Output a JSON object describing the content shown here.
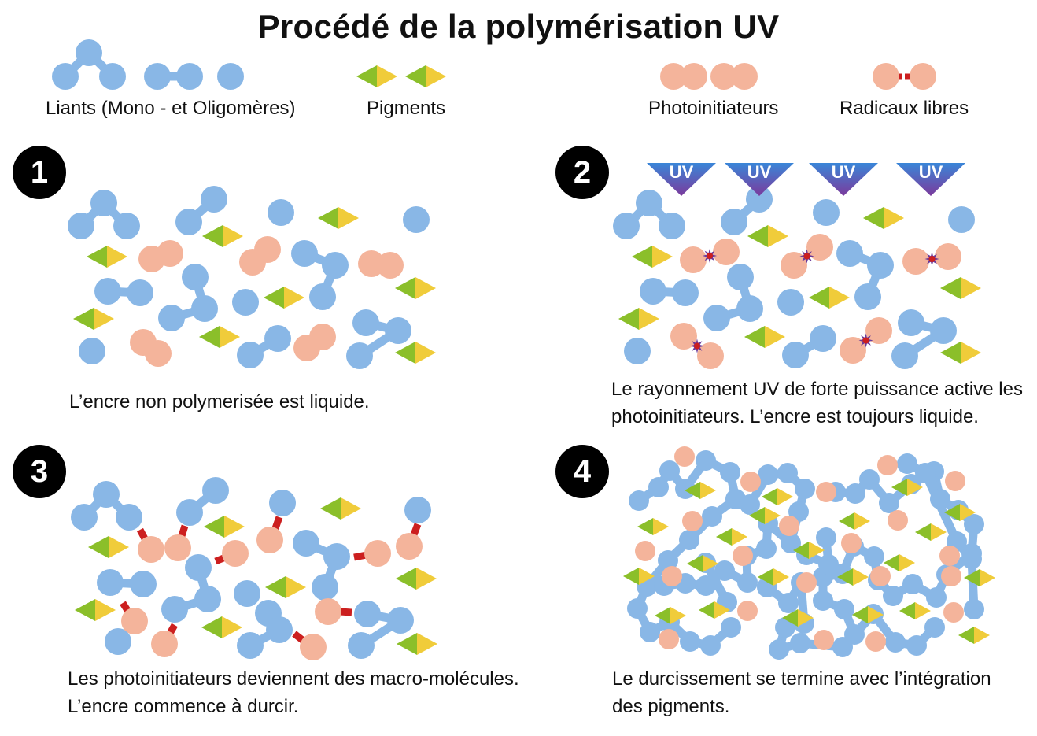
{
  "title": "Procédé de la polymérisation UV",
  "legend": {
    "binders": "Liants (Mono - et Oligomères)",
    "pigments": "Pigments",
    "photoinitiators": "Photoinitiateurs",
    "radicals": "Radicaux libres"
  },
  "steps": [
    {
      "number": "1",
      "caption": "L’encre non polymerisée est liquide."
    },
    {
      "number": "2",
      "caption": "Le rayonnement UV de forte puissance active les\nphotoinitiateurs. L’encre est toujours liquide."
    },
    {
      "number": "3",
      "caption": "Les photoinitiateurs deviennent des macro-molécules.\nL’encre commence à durcir."
    },
    {
      "number": "4",
      "caption": "Le durcissement se termine avec l’intégration\ndes pigments."
    }
  ],
  "uv_label": "UV",
  "colors": {
    "binder": "#89b7e6",
    "photoinitiator": "#f4b49b",
    "pigment_green": "#8bbf2a",
    "pigment_yellow": "#f0cc3a",
    "bond_red": "#cc1f1f",
    "uv_top": "#2f6fc4",
    "uv_bottom": "#7b3a9c"
  }
}
